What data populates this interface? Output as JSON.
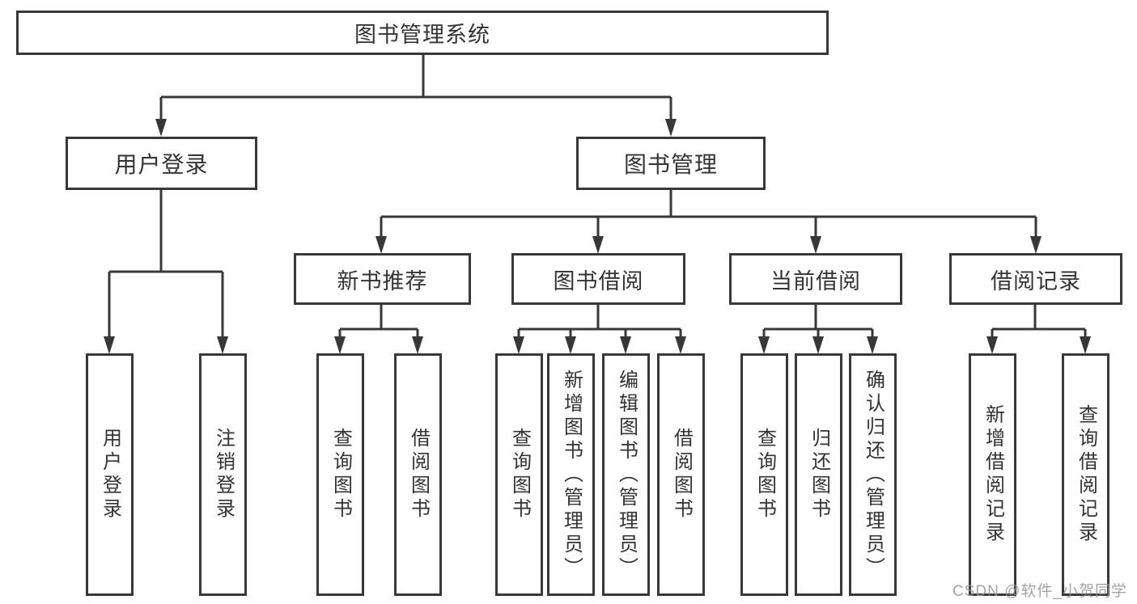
{
  "tree": {
    "label": "图书管理系统",
    "children": [
      {
        "label": "用户登录",
        "children": [
          {
            "label": "用户登录"
          },
          {
            "label": "注销登录"
          }
        ]
      },
      {
        "label": "图书管理",
        "children": [
          {
            "label": "新书推荐",
            "children": [
              {
                "label": "查询图书"
              },
              {
                "label": "借阅图书"
              }
            ]
          },
          {
            "label": "图书借阅",
            "children": [
              {
                "label": "查询图书"
              },
              {
                "label": "新增图书（管理员）"
              },
              {
                "label": "编辑图书（管理员）"
              },
              {
                "label": "借阅图书"
              }
            ]
          },
          {
            "label": "当前借阅",
            "children": [
              {
                "label": "查询图书"
              },
              {
                "label": "归还图书"
              },
              {
                "label": "确认归还（管理员）"
              }
            ]
          },
          {
            "label": "借阅记录",
            "children": [
              {
                "label": "新增借阅记录"
              },
              {
                "label": "查询借阅记录"
              }
            ]
          }
        ]
      }
    ]
  },
  "watermark": {
    "text": "CSDN @软件_小贺同学"
  },
  "colors": {
    "line": "#383838",
    "box_border": "#383838",
    "text": "#333333",
    "background": "#ffffff",
    "watermark": "#919498"
  }
}
